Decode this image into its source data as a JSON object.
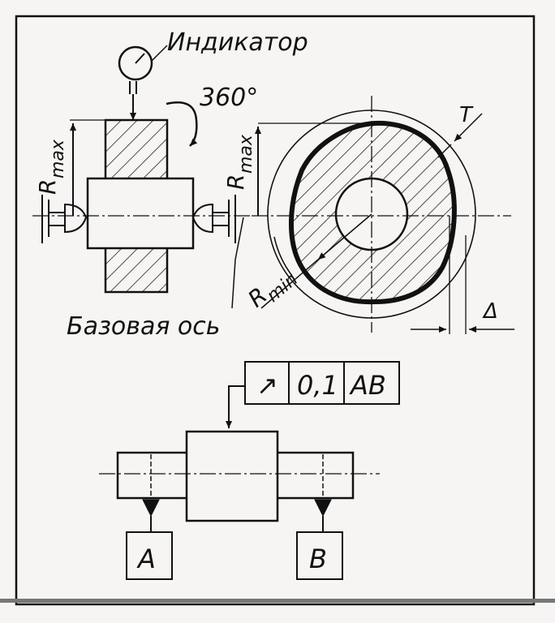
{
  "labels": {
    "indicator": "Индикатор",
    "rotation": "360°",
    "rmax_left": "R",
    "rmax_left_sub": "max",
    "rmax_right": "R",
    "rmax_right_sub": "max",
    "rmin": "R",
    "rmin_sub": "min",
    "tolerance": "T",
    "base_axis": "Базовая ось",
    "delta": "Δ"
  },
  "frame": {
    "symbol": "↗",
    "value": "0,1",
    "datums": "AB"
  },
  "datums": {
    "a": "A",
    "b": "B"
  }
}
